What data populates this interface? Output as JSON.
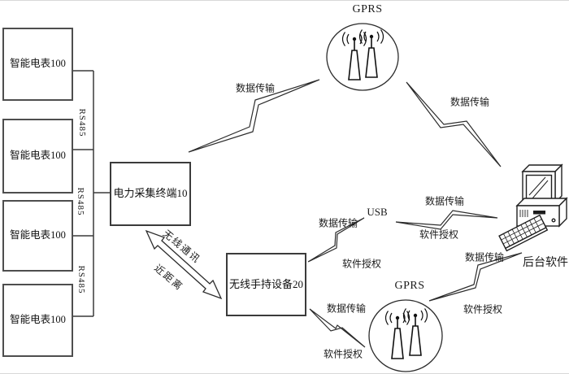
{
  "nodes": {
    "meter_label": "智能电表100",
    "terminal_label": "电力采集终端10",
    "handheld_label": "无线手持设备20",
    "backend_label": "后台软件",
    "gprs_top_label": "GPRS",
    "gprs_bottom_label": "GPRS",
    "usb_label": "USB"
  },
  "edges": {
    "rs485_1": "RS485",
    "rs485_2": "RS485",
    "rs485_3": "RS485",
    "dt_terminal_gprs": "数据传输",
    "dt_gprs_backend": "数据传输",
    "dt_handheld_usb": "数据传输",
    "sa_handheld_usb": "软件授权",
    "dt_usb_backend": "数据传输",
    "sa_usb_backend": "软件授权",
    "dt_handheld_gprs2": "数据传输",
    "sa_handheld_gprs2": "软件授权",
    "dt_gprs2_backend": "数据传输",
    "sa_gprs2_backend": "软件授权",
    "wireless_comm": "无线通讯",
    "short_range": "近距离"
  },
  "colors": {
    "line": "#2b2b2b",
    "border": "#4e4e4e",
    "text": "#1a1a1a",
    "background": "#ffffff"
  }
}
